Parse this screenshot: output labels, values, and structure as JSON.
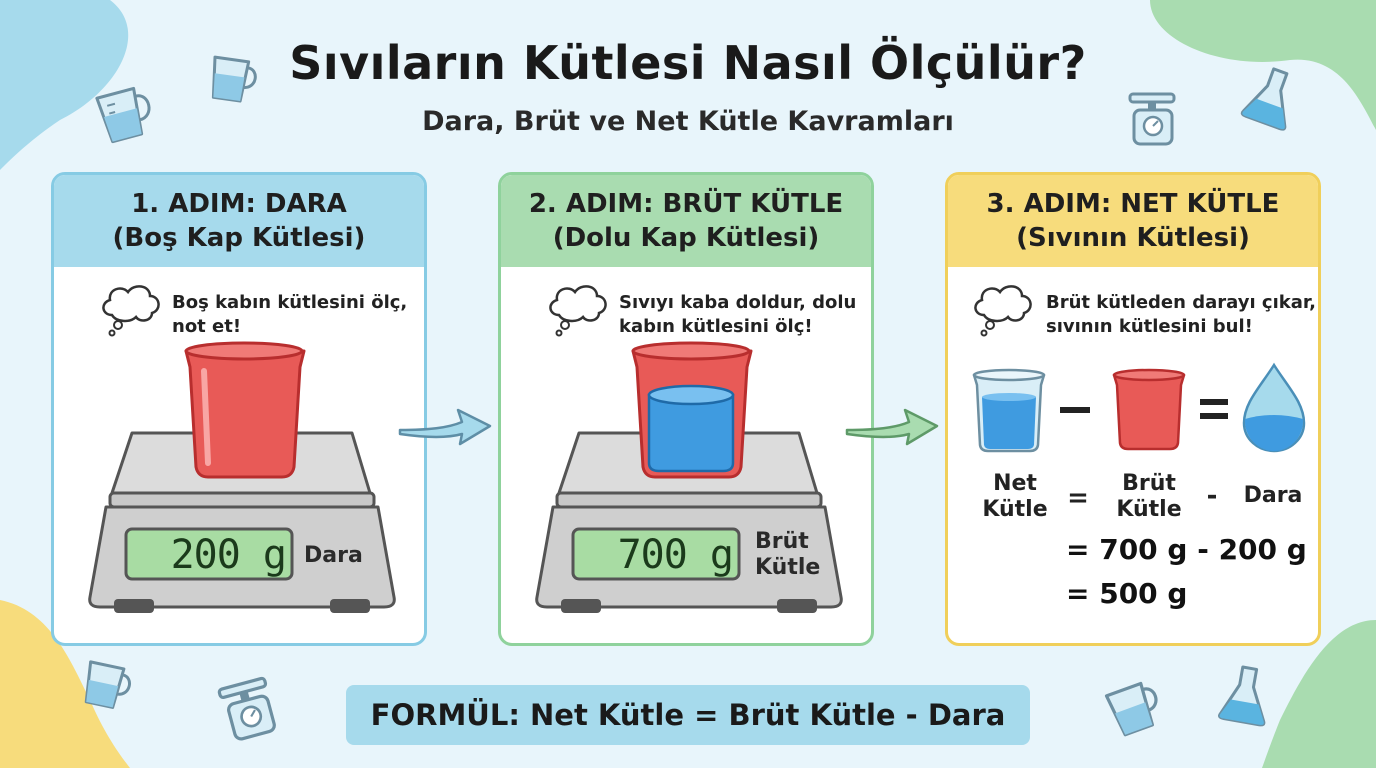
{
  "header": {
    "title": "Sıvıların Kütlesi Nasıl Ölçülür?",
    "subtitle": "Dara, Brüt ve Net Kütle Kavramları"
  },
  "steps": [
    {
      "title": "1. ADIM: DARA",
      "subtitle": "(Boş Kap Kütlesi)",
      "note_line1": "Boş kabın kütlesini ölç,",
      "note_line2": "not et!",
      "display": "200 g",
      "scale_label": "Dara",
      "color": "#a6daec"
    },
    {
      "title": "2. ADIM: BRÜT KÜTLE",
      "subtitle": "(Dolu Kap Kütlesi)",
      "note_line1": "Sıvıyı kaba doldur, dolu",
      "note_line2": "kabın kütlesini ölç!",
      "display": "700 g",
      "scale_label_line1": "Brüt",
      "scale_label_line2": "Kütle",
      "color": "#a9dcb0"
    },
    {
      "title": "3. ADIM: NET KÜTLE",
      "subtitle": "(Sıvının Kütlesi)",
      "note_line1": "Brüt kütleden darayı çıkar,",
      "note_line2": "sıvının kütlesini bul!",
      "color": "#f7dc7c",
      "equation": {
        "term1_line1": "Net",
        "term1_line2": "Kütle",
        "equals": "=",
        "term2_line1": "Brüt",
        "term2_line2": "Kütle",
        "minus": "-",
        "term3": "Dara",
        "calc_line1": "= 700 g - 200 g",
        "calc_line2": "= 500 g"
      }
    }
  ],
  "formula": "FORMÜL: Net Kütle = Brüt Kütle - Dara",
  "icons": [
    "measuring-cup-icon",
    "kitchen-scale-icon",
    "flask-icon",
    "thought-cloud-icon",
    "beaker-icon",
    "water-drop-icon",
    "arrow-icon"
  ]
}
